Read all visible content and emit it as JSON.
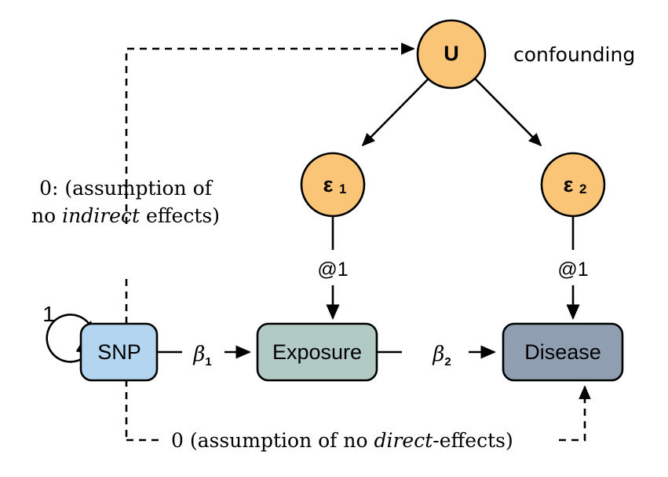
{
  "diagram": {
    "title": "Mendelian randomization path diagram",
    "background": "#ffffff",
    "nodes": {
      "snp": {
        "label": "SNP",
        "color": "#b3d5ef",
        "shape": "rounded-rect"
      },
      "exposure": {
        "label": "Exposure",
        "color": "#b2cac4",
        "shape": "rounded-rect"
      },
      "disease": {
        "label": "Disease",
        "color": "#8f9eb0",
        "shape": "rounded-rect"
      },
      "u": {
        "label": "U",
        "color": "#fbc578",
        "shape": "circle"
      },
      "e1": {
        "label": "ε",
        "subscript": "1",
        "color": "#fbc578",
        "shape": "circle"
      },
      "e2": {
        "label": "ε",
        "subscript": "2",
        "color": "#fbc578",
        "shape": "circle"
      }
    },
    "edge_labels": {
      "snp_to_exposure": "β",
      "snp_to_exposure_sub": "1",
      "exposure_to_disease": "β",
      "exposure_to_disease_sub": "2",
      "e1_to_exposure": "@1",
      "e2_to_disease": "@1",
      "snp_self_loop": "1"
    },
    "annotations": {
      "confounding": "confounding",
      "indirect_line1": "0: (assumption of",
      "indirect_line2_pre": "no ",
      "indirect_line2_em": "indirect",
      "indirect_line2_post": " effects)",
      "direct_pre": "0 (assumption of no ",
      "direct_em": "direct",
      "direct_post": "-effects)"
    }
  }
}
